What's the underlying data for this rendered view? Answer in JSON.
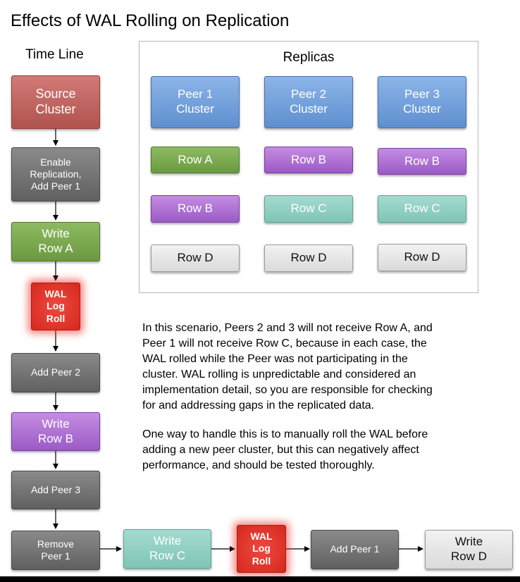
{
  "title": "Effects of WAL Rolling on Replication",
  "timeline": {
    "label": "Time Line",
    "steps": [
      "Source\nCluster",
      "Enable\nReplication,\nAdd Peer 1",
      "Write\nRow A",
      "WAL\nLog\nRoll",
      "Add Peer 2",
      "Write\nRow B",
      "Add Peer 3",
      "Remove\nPeer 1",
      "Write\nRow C",
      "WAL\nLog\nRoll",
      "Add Peer 1",
      "Write\nRow D"
    ]
  },
  "replicas": {
    "label": "Replicas",
    "peers": [
      {
        "name": "Peer 1\nCluster",
        "rows": [
          "Row A",
          "Row B",
          "Row D"
        ]
      },
      {
        "name": "Peer 2\nCluster",
        "rows": [
          "Row B",
          "Row C",
          "Row D"
        ]
      },
      {
        "name": "Peer 3\nCluster",
        "rows": [
          "Row B",
          "Row C",
          "Row D"
        ]
      }
    ]
  },
  "description": {
    "paragraph1": "In this scenario, Peers 2 and 3 will not receive Row A, and\nPeer 1 will not receive Row C, because in each case, the\nWAL rolled while the Peer was not participating in the\ncluster. WAL rolling is unpredictable and considered an\nimplementation detail, so you are responsible for checking\nfor and addressing gaps in the replicated data.",
    "paragraph2": "One way to handle this is to manually roll the WAL before\nadding a new peer cluster, but this can negatively affect\nperformance, and should be tested thoroughly."
  },
  "colors": {
    "source": "#c0625d",
    "step_gray": "#707070",
    "row_a": "#78a84c",
    "row_b": "#a86fd0",
    "row_c": "#8ed0c2",
    "row_d": "#e6e6e6",
    "peer": "#6d9edc",
    "wal_roll": "#e0332a"
  }
}
